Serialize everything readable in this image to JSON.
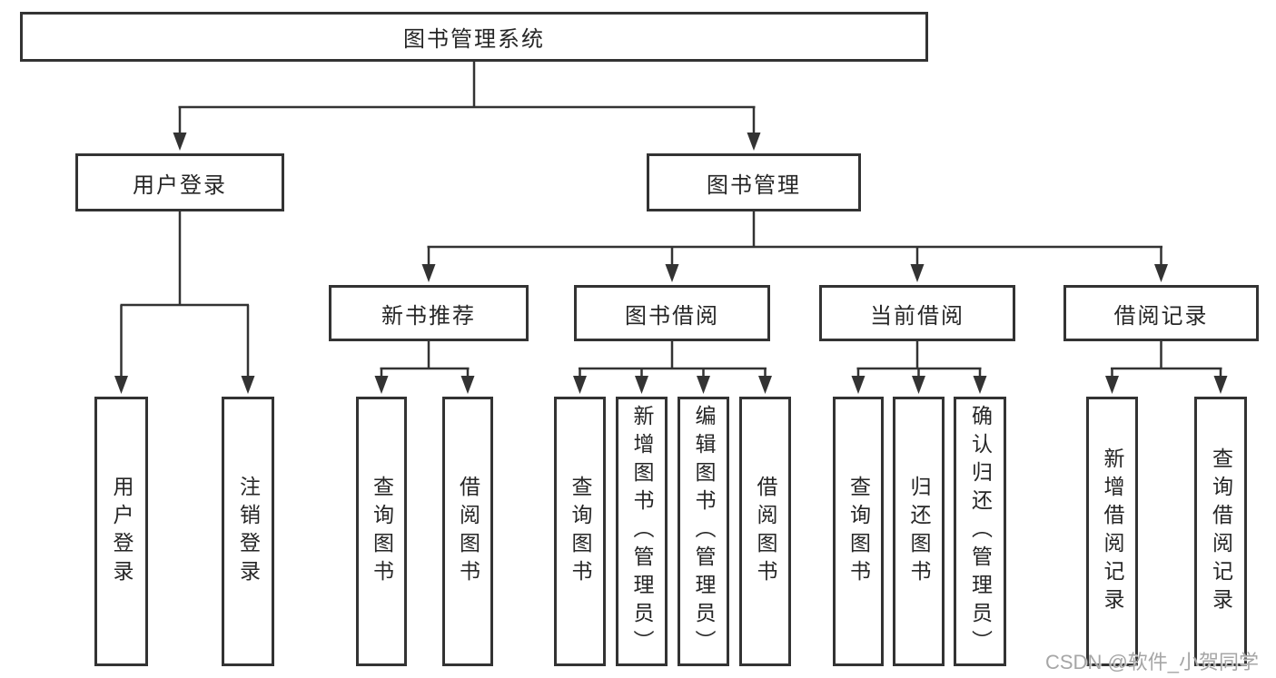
{
  "diagram": {
    "root": "图书管理系统",
    "level2": {
      "user_login": "用户登录",
      "book_mgmt": "图书管理"
    },
    "level3": {
      "new_book_rec": "新书推荐",
      "book_borrow": "图书借阅",
      "current_borrow": "当前借阅",
      "borrow_records": "借阅记录"
    },
    "leaves": {
      "user_login_login": "用户登录",
      "user_login_logout": "注销登录",
      "nb_query": "查询图书",
      "nb_borrow": "借阅图书",
      "bb_query": "查询图书",
      "bb_add": "新增图书（管理员）",
      "bb_edit": "编辑图书（管理员）",
      "bb_borrow": "借阅图书",
      "cb_query": "查询图书",
      "cb_return": "归还图书",
      "cb_confirm": "确认归还（管理员）",
      "br_add": "新增借阅记录",
      "br_query": "查询借阅记录"
    },
    "watermark": "CSDN @软件_小贺同学",
    "colors": {
      "line": "#333333",
      "text": "#262626",
      "watermark": "#a6a6a6",
      "bg": "#ffffff"
    }
  }
}
